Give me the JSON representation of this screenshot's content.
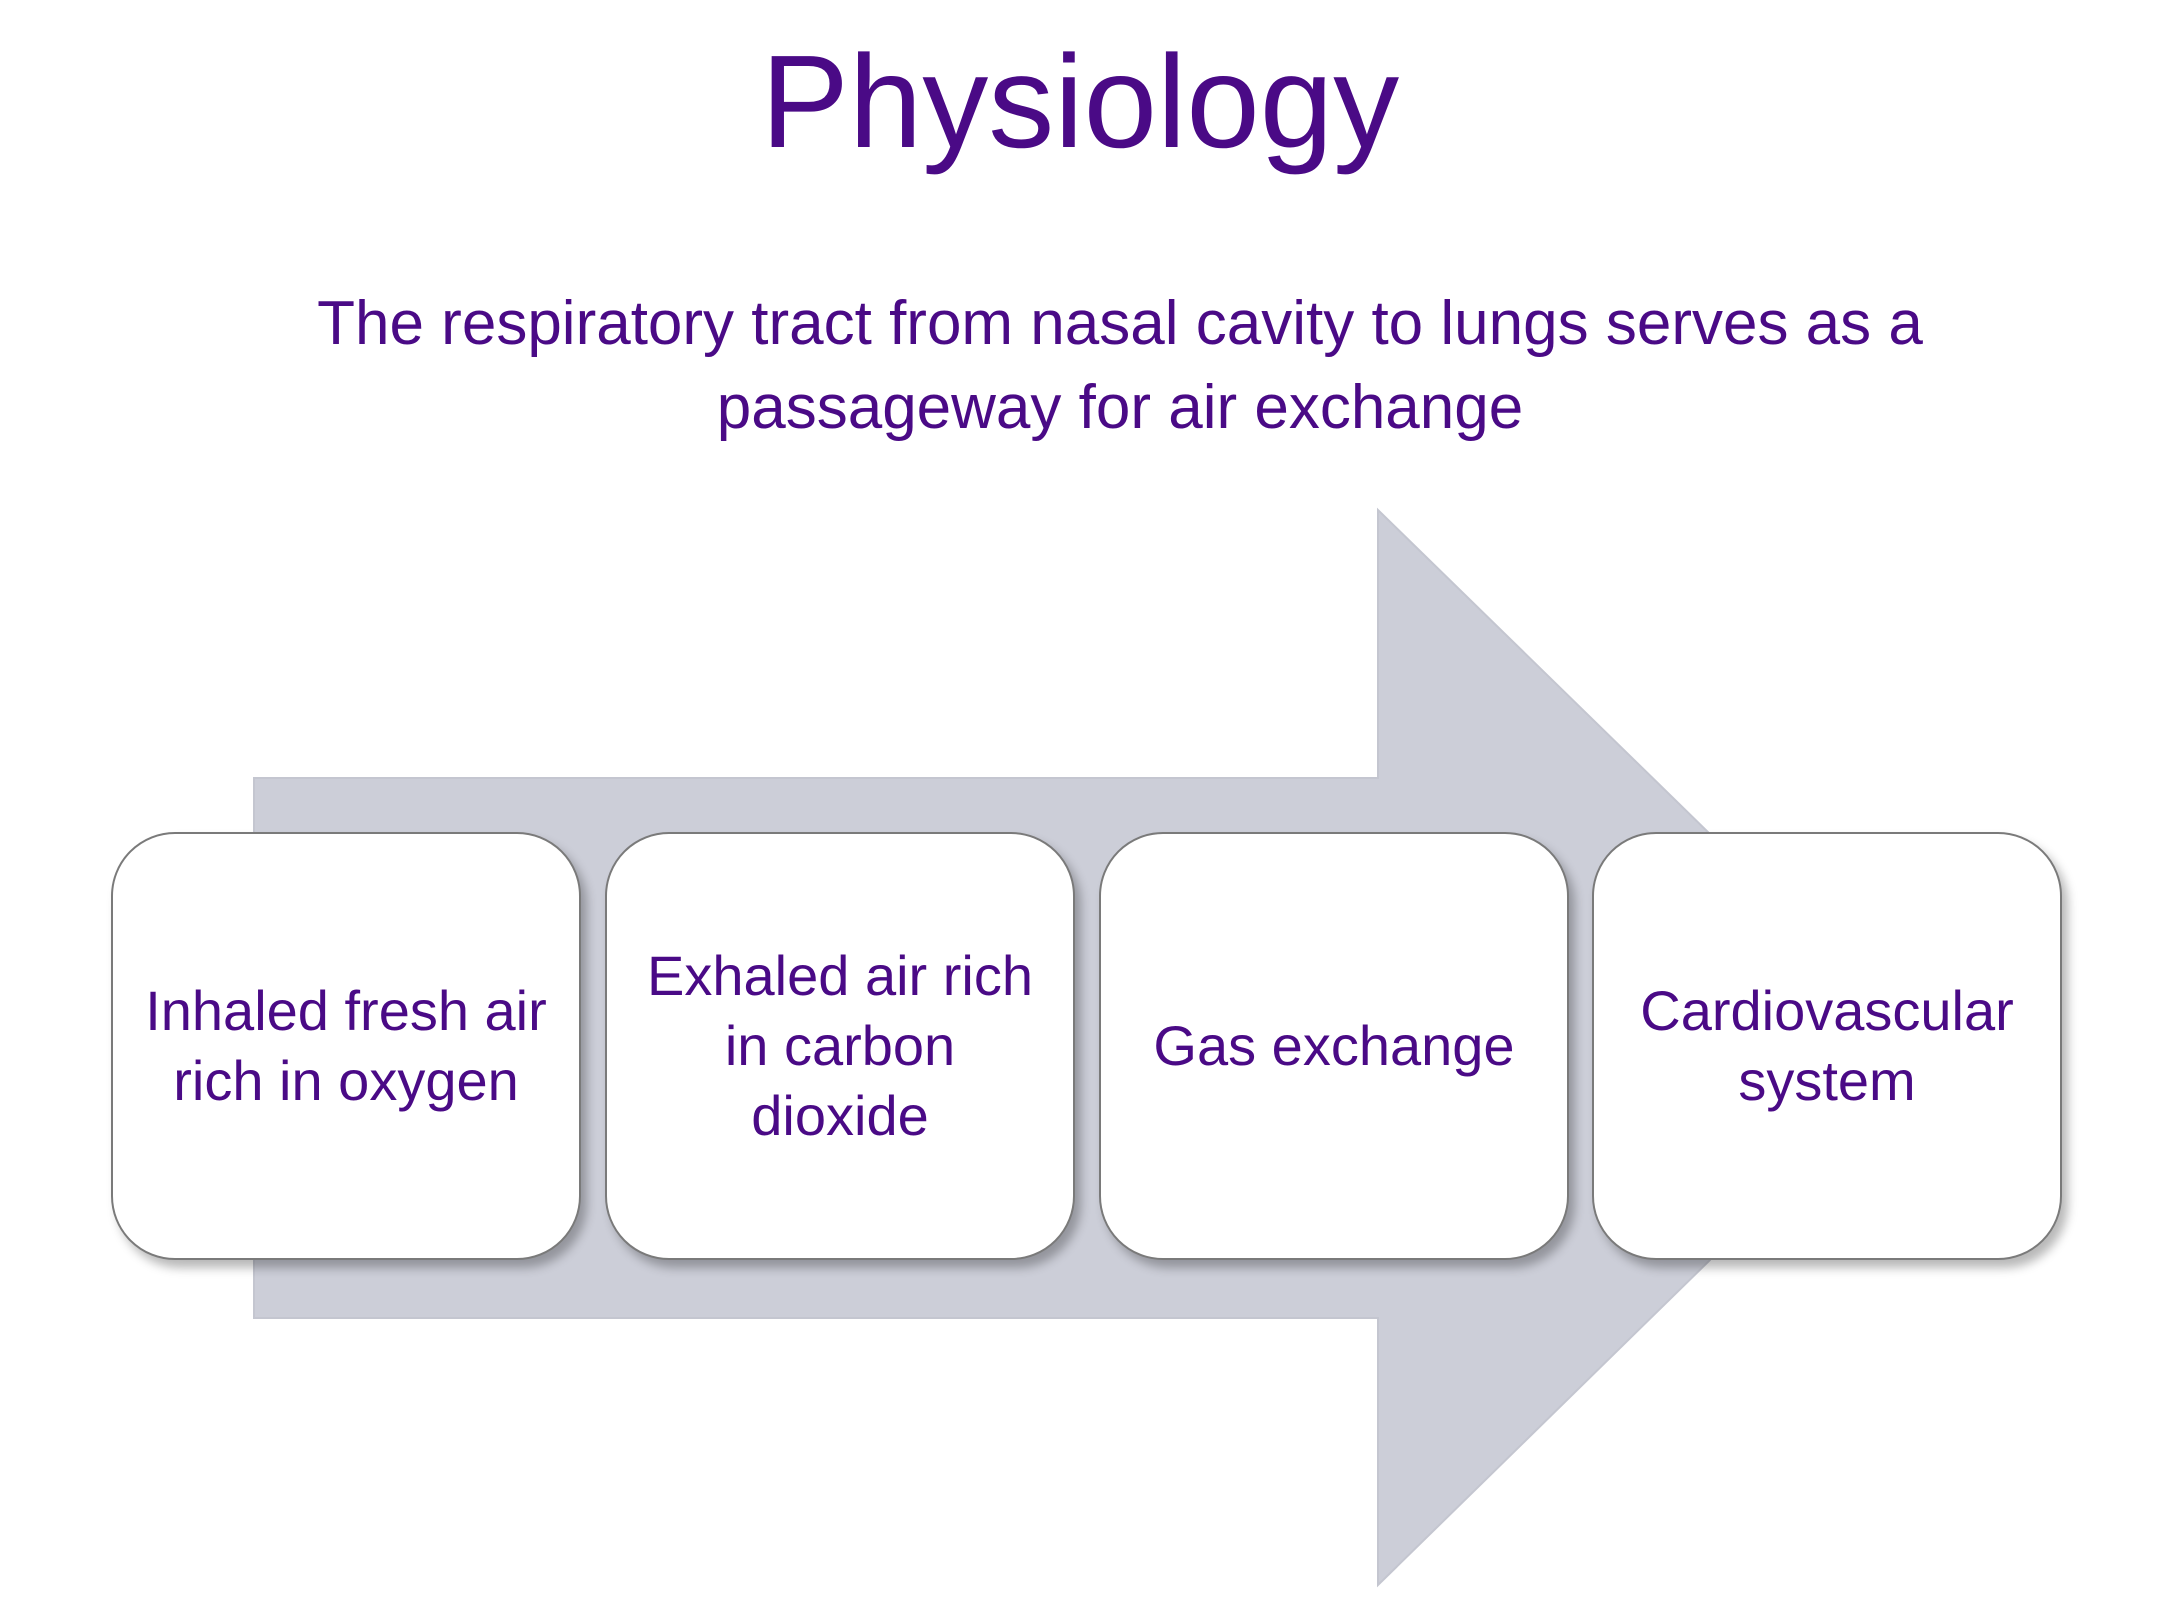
{
  "title": "Physiology",
  "subtitle": "The respiratory tract from nasal cavity to lungs serves as a passageway for air exchange",
  "colors": {
    "text": "#4a0a86",
    "arrow": "#ccced8",
    "box_border": "#7a7a7a",
    "background": "#ffffff"
  },
  "steps": [
    {
      "label": "Inhaled fresh air rich in oxygen"
    },
    {
      "label": "Exhaled air rich in carbon dioxide"
    },
    {
      "label": "Gas exchange"
    },
    {
      "label": "Cardiovascular system"
    }
  ]
}
